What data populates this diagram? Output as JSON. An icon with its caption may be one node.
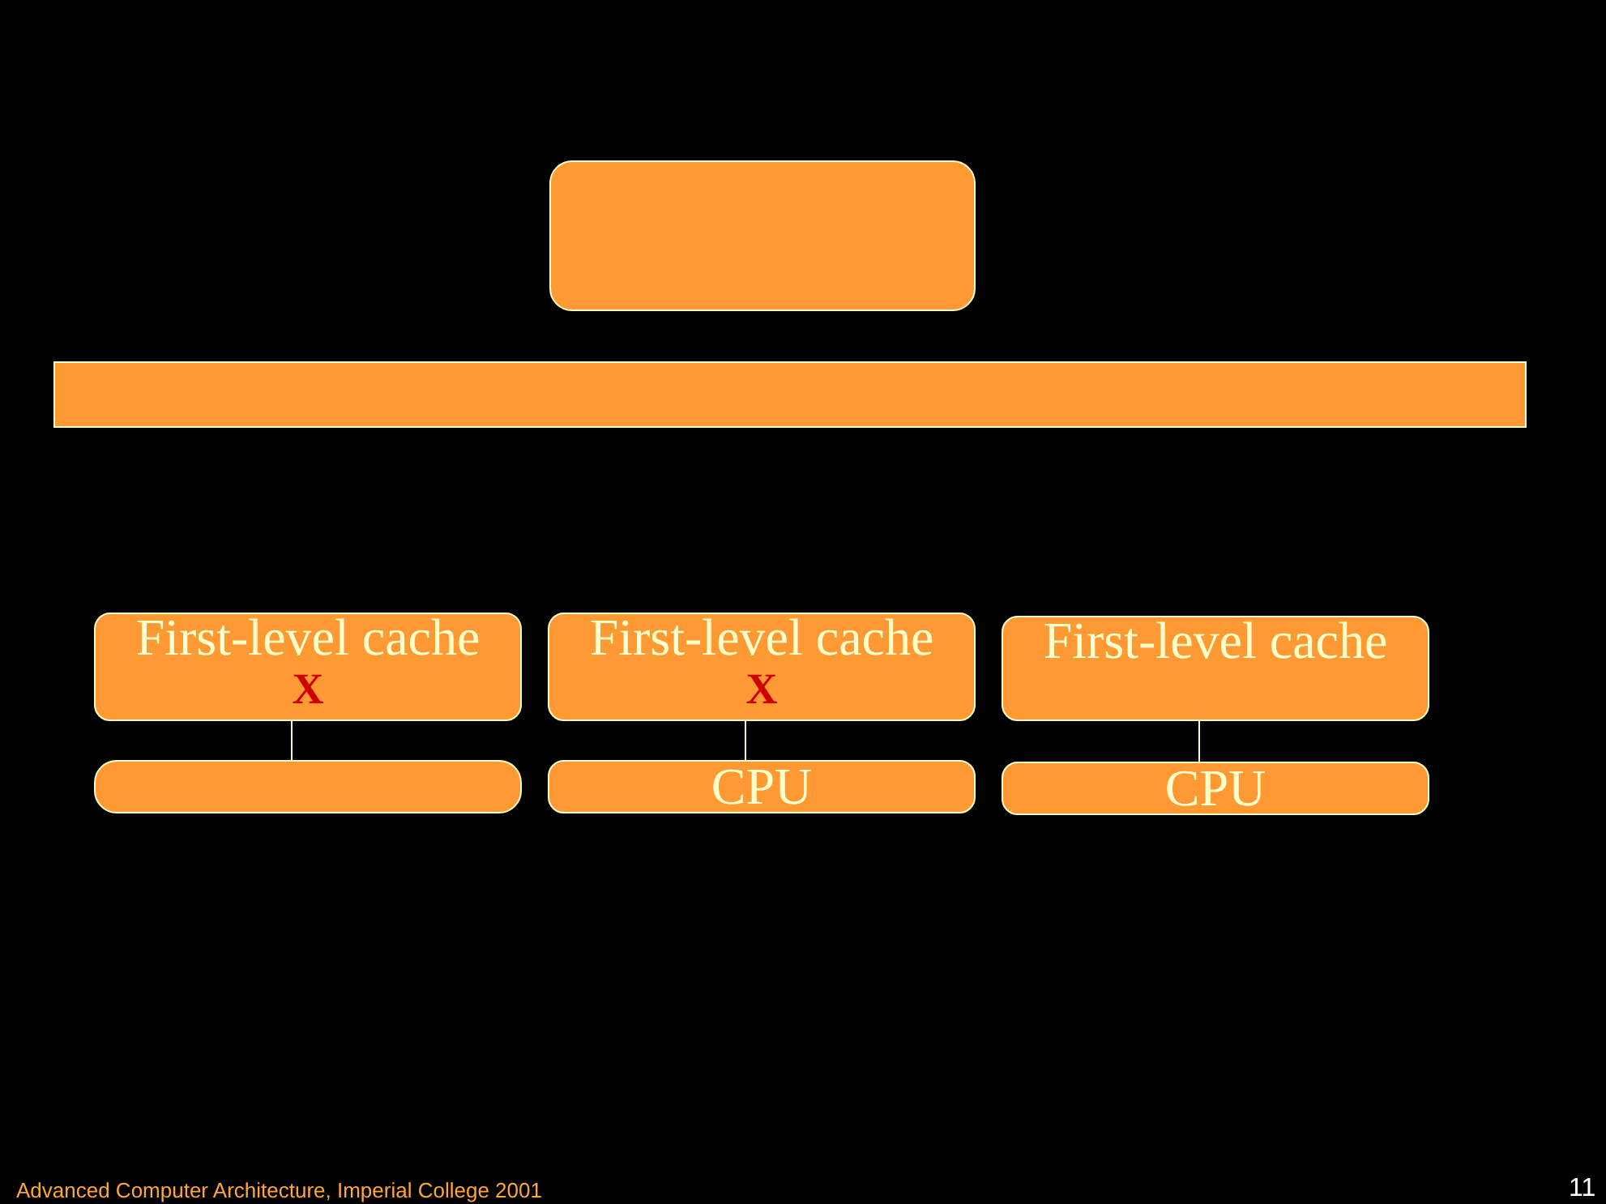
{
  "diagram": {
    "nodes": [
      {
        "text": [],
        "shape": "box"
      },
      {
        "text": [],
        "shape": "bar"
      },
      {
        "text": [
          "First-level cache",
          "X"
        ]
      },
      {
        "text": [],
        "shape": "box"
      },
      {
        "text": [
          "First-level cache",
          "X"
        ]
      },
      {
        "text": [
          "CPU"
        ]
      },
      {
        "text": [
          "First-level cache"
        ]
      },
      {
        "text": [
          "CPU"
        ]
      }
    ],
    "edges": [
      {
        "from": 2,
        "to": 3,
        "arrow": "none"
      },
      {
        "from": 4,
        "to": 5,
        "arrow": "none"
      },
      {
        "from": 6,
        "to": 7,
        "arrow": "none"
      }
    ],
    "labels": [
      "Advanced Computer Architecture, Imperial College 2001",
      "11"
    ]
  }
}
